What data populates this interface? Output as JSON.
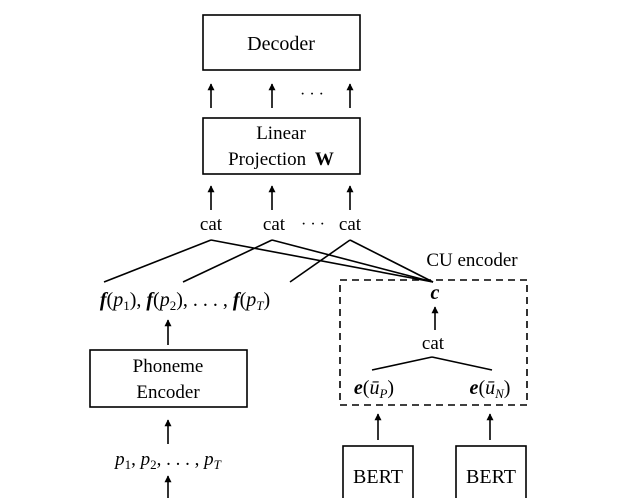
{
  "decoder": {
    "label": "Decoder"
  },
  "linear_projection": {
    "line1": "Linear",
    "line2": "Projection",
    "symbol": "W"
  },
  "concat": {
    "label": "cat",
    "ellipsis": "· · ·"
  },
  "decoder_inputs": {
    "ellipsis": "· · ·"
  },
  "cu_encoder": {
    "title": "CU encoder",
    "output": "c",
    "cat_label": "cat",
    "embed_positive": {
      "fn": "e",
      "open": "(",
      "var": "ū",
      "sub": "P",
      "close": ")"
    },
    "embed_negative": {
      "fn": "e",
      "open": "(",
      "var": "ū",
      "sub": "N",
      "close": ")"
    }
  },
  "phoneme_features": {
    "fn": "f",
    "arg1": "p",
    "sub1": "1",
    "arg2": "p",
    "sub2": "2",
    "dots": ", . . . ,",
    "argT": "p",
    "subT": "T"
  },
  "phoneme_encoder": {
    "line1": "Phoneme",
    "line2": "Encoder"
  },
  "phoneme_sequence": {
    "v1": "p",
    "s1": "1",
    "v2": "p",
    "s2": "2",
    "dots": ", . . . ,",
    "vT": "p",
    "sT": "T"
  },
  "bert_left": {
    "label": "BERT"
  },
  "bert_right": {
    "label": "BERT"
  }
}
